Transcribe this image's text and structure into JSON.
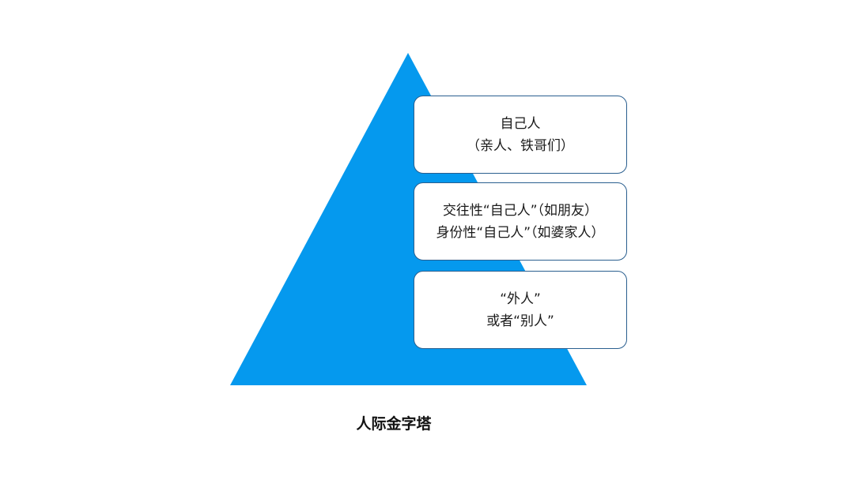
{
  "diagram": {
    "triangle_color": "#0599ee",
    "box_border_color": "#2a5f8f",
    "levels": [
      {
        "line1": "自己人",
        "line2": "（亲人、铁哥们）"
      },
      {
        "line1": "交往性“自己人”（如朋友）",
        "line2": "身份性“自己人”（如婆家人）"
      },
      {
        "line1": "“外人”",
        "line2": "或者“别人”"
      }
    ],
    "caption": "人际金字塔"
  }
}
